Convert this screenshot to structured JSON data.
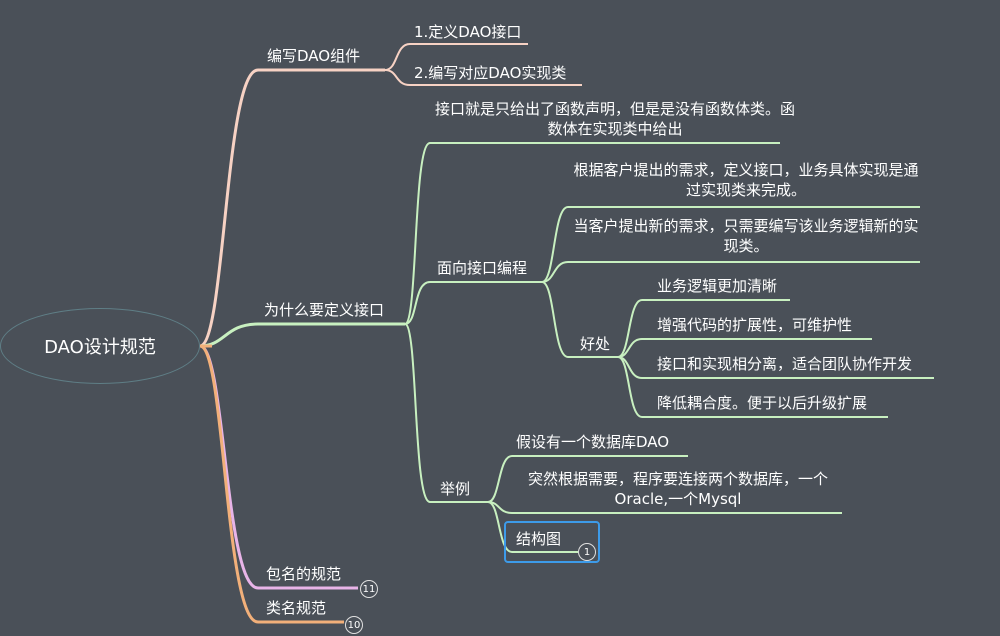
{
  "mindmap": {
    "root": "DAO设计规范",
    "branch_write": {
      "label": "编写DAO组件",
      "children": [
        "1.定义DAO接口",
        "2.编写对应DAO实现类"
      ]
    },
    "branch_why": {
      "label": "为什么要定义接口",
      "intro": "接口就是只给出了函数声明，但是是没有函数体类。函数体在实现类中给出",
      "interface_programming": {
        "label": "面向接口编程",
        "point1": "根据客户提出的需求，定义接口，业务具体实现是通过实现类来完成。",
        "point2": "当客户提出新的需求，只需要编写该业务逻辑新的实现类。",
        "benefits": {
          "label": "好处",
          "items": [
            "业务逻辑更加清晰",
            "增强代码的扩展性，可维护性",
            "接口和实现相分离，适合团队协作开发",
            "降低耦合度。便于以后升级扩展"
          ]
        }
      },
      "example": {
        "label": "举例",
        "items": [
          "假设有一个数据库DAO",
          "突然根据需要，程序要连接两个数据库，一个Oracle,一个Mysql",
          "结构图"
        ],
        "structure_badge": "1"
      }
    },
    "branch_package": {
      "label": "包名的规范",
      "badge": "11"
    },
    "branch_class": {
      "label": "类名规范",
      "badge": "10"
    }
  },
  "colors": {
    "background": "#4a5058",
    "peach_branch": "#f7d2c4",
    "green_branch": "#c8f0c0",
    "pink_branch": "#e8b4e8",
    "orange_branch": "#f2b07a",
    "selection": "#3d9be9"
  }
}
